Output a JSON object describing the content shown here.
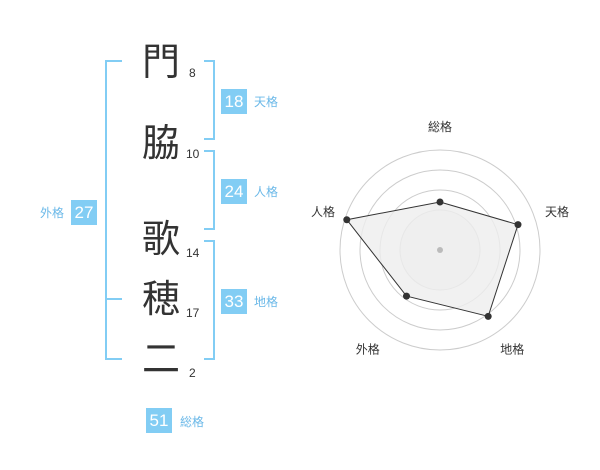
{
  "name": {
    "characters": [
      {
        "char": "門",
        "strokes": "8"
      },
      {
        "char": "脇",
        "strokes": "10"
      },
      {
        "char": "歌",
        "strokes": "14"
      },
      {
        "char": "穂",
        "strokes": "17"
      },
      {
        "char": "二",
        "strokes": "2"
      }
    ]
  },
  "kakusu": {
    "tenkaku": {
      "value": "18",
      "label": "天格"
    },
    "jinkaku": {
      "value": "24",
      "label": "人格"
    },
    "chikaku": {
      "value": "33",
      "label": "地格"
    },
    "gaikaku": {
      "value": "27",
      "label": "外格"
    },
    "soukaku": {
      "value": "51",
      "label": "総格"
    }
  },
  "radar": {
    "axes": [
      "総格",
      "天格",
      "地格",
      "外格",
      "人格"
    ],
    "values": [
      0.48,
      0.82,
      0.82,
      0.57,
      0.98
    ],
    "colors": {
      "fill": "#eeeeee",
      "stroke": "#333333",
      "grid": "#cccccc",
      "center": "#bbbbbb"
    }
  }
}
